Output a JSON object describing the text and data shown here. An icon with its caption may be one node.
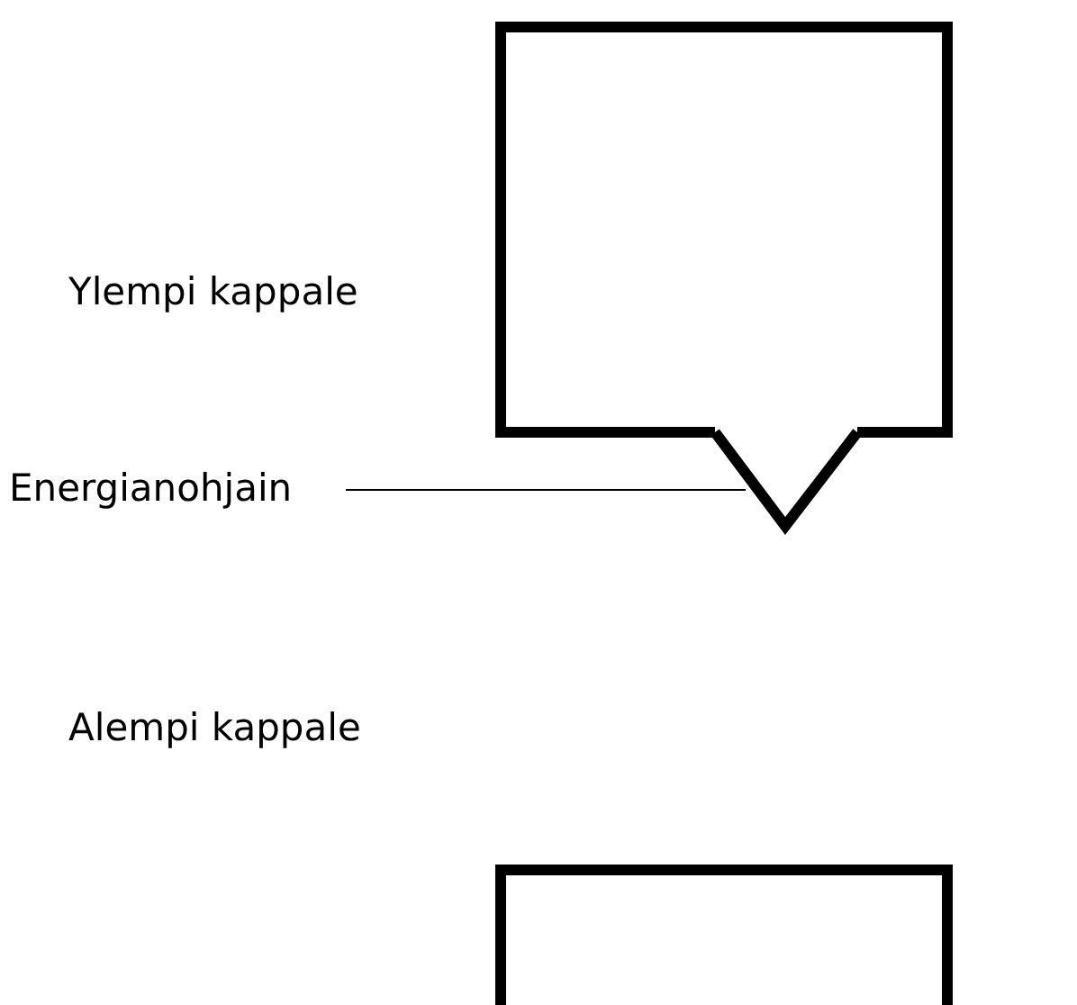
{
  "diagram": {
    "nodes": [
      {
        "text": [
          "Energianohjain"
        ]
      },
      {
        "text": [],
        "shape": "triangle"
      }
    ],
    "edges": [
      {
        "from": 0,
        "to": 1,
        "arrow": "none"
      }
    ],
    "labels": [
      "Ylempi kappale",
      "Alempi kappale"
    ]
  }
}
